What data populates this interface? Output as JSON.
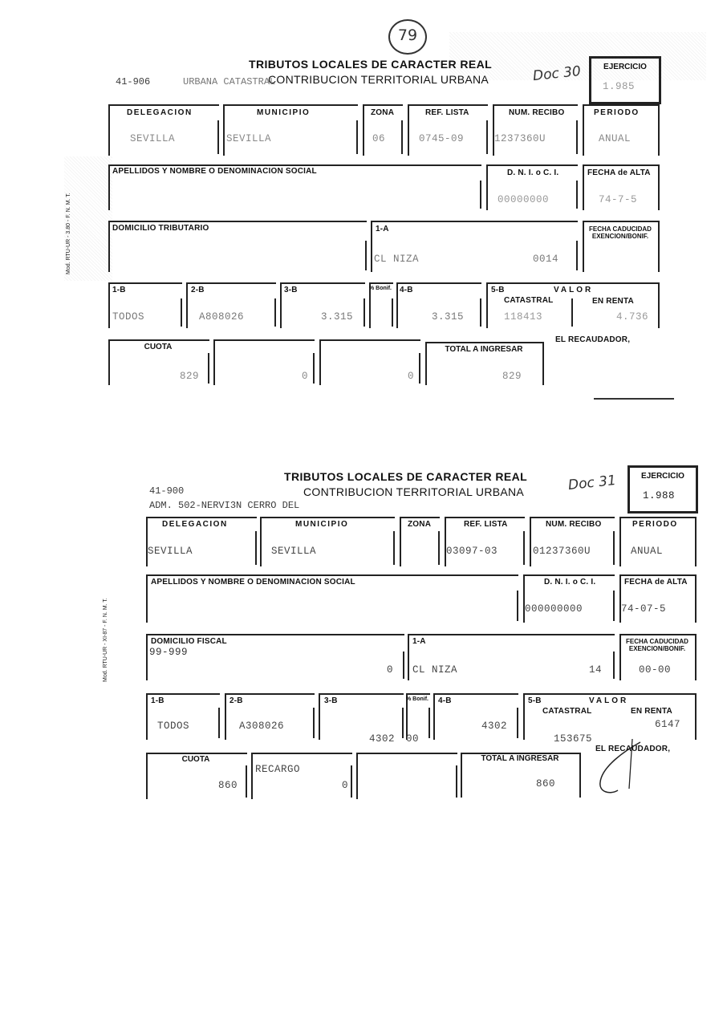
{
  "doc1": {
    "circle_number": "79",
    "handwritten": "Doc 30",
    "title": "TRIBUTOS LOCALES DE CARACTER REAL",
    "subtitle": "CONTRIBUCION TERRITORIAL URBANA",
    "header_code": "41-906",
    "header_text": "URBANA CATASTRAL",
    "ejercicio_label": "EJERCICIO",
    "ejercicio_value": "1.985",
    "side_text": "Mod. RTU-UR - 3.80 - F. N. M. T.",
    "row1": {
      "labels": [
        "DELEGACION",
        "MUNICIPIO",
        "ZONA",
        "REF. LISTA",
        "NUM. RECIBO",
        "PERIODO"
      ],
      "values": [
        "SEVILLA",
        "SEVILLA",
        "06",
        "0745-09",
        "1237360U",
        "ANUAL"
      ]
    },
    "row2": {
      "name_label": "APELLIDOS Y NOMBRE O DENOMINACION SOCIAL",
      "dni_label": "D. N. I. o C. I.",
      "dni_value": "00000000",
      "alta_label": "FECHA de ALTA",
      "alta_value": "74-7-5"
    },
    "row3": {
      "domicilio_label": "DOMICILIO TRIBUTARIO",
      "a1_label": "1-A",
      "address": "CL NIZA",
      "number": "0014",
      "caducidad_label": "FECHA CADUCIDAD EXENCION/BONIF."
    },
    "row4": {
      "labels": [
        "1-B",
        "2-B",
        "3-B",
        "% Bonif.",
        "4-B",
        "5-B"
      ],
      "valor_label": "VALOR",
      "catastral_label": "CATASTRAL",
      "renta_label": "EN RENTA",
      "values": [
        "TODOS",
        "A808026",
        "3.315",
        "",
        "3.315"
      ],
      "catastral": "118413",
      "renta": "4.736"
    },
    "row5": {
      "cuota_label": "CUOTA",
      "cuota_value": "829",
      "second_value": "0",
      "third_value": "0",
      "total_label": "TOTAL A INGRESAR",
      "total_value": "829",
      "recaudador_label": "EL RECAUDADOR,"
    }
  },
  "doc2": {
    "handwritten": "Doc 31",
    "title": "TRIBUTOS LOCALES DE CARACTER REAL",
    "subtitle": "CONTRIBUCION TERRITORIAL URBANA",
    "header_code": "41-900",
    "header_line2": "ADM. 502-NERVI3N CERRO DEL",
    "ejercicio_label": "EJERCICIO",
    "ejercicio_value": "1.988",
    "side_text": "Mod. RTU-UR - XI-87 - F. N. M. T.",
    "row1": {
      "labels": [
        "DELEGACION",
        "MUNICIPIO",
        "ZONA",
        "REF. LISTA",
        "NUM. RECIBO",
        "PERIODO"
      ],
      "values": [
        "SEVILLA",
        "SEVILLA",
        "",
        "03097-03",
        "01237360U",
        "ANUAL"
      ]
    },
    "row2": {
      "name_label": "APELLIDOS Y NOMBRE O DENOMINACION SOCIAL",
      "dni_label": "D. N. I. o C. I.",
      "dni_value": "000000000",
      "alta_label": "FECHA de ALTA",
      "alta_value": "74-07-5"
    },
    "row3": {
      "domicilio_label": "DOMICILIO FISCAL",
      "domicilio_value": "99-999",
      "zero": "0",
      "a1_label": "1-A",
      "address": "CL NIZA",
      "number": "14",
      "caducidad_label": "FECHA CADUCIDAD EXENCION/BONIF.",
      "caducidad_value": "00-00"
    },
    "row4": {
      "labels": [
        "1-B",
        "2-B",
        "3-B",
        "% Bonif.",
        "4-B",
        "5-B"
      ],
      "valor_label": "VALOR",
      "catastral_label": "CATASTRAL",
      "renta_label": "EN RENTA",
      "values": [
        "TODOS",
        "A308026",
        "4302",
        "00",
        "4302"
      ],
      "catastral": "153675",
      "renta": "6147"
    },
    "row5": {
      "cuota_label": "CUOTA",
      "cuota_value": "860",
      "recargo_label": "RECARGO",
      "recargo_value": "0",
      "total_label": "TOTAL A INGRESAR",
      "total_value": "860",
      "recaudador_label": "EL RECAUDADOR,"
    }
  }
}
